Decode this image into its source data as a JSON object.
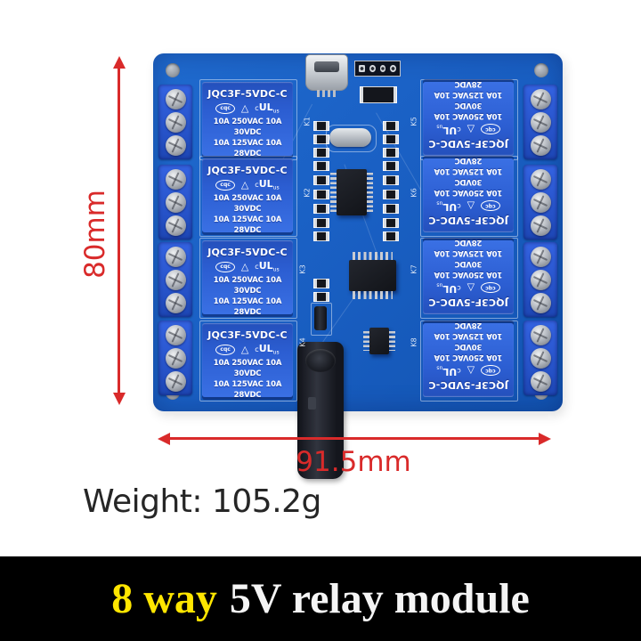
{
  "product": {
    "relay": {
      "model": "JQC3F-5VDC-C",
      "cert_cqc": "cqc",
      "cert_triangle": "△",
      "cert_ul_prefix": "c",
      "cert_ul_main": "UL",
      "cert_ul_sub": "us",
      "rating_line1": "10A 250VAC 10A 30VDC",
      "rating_line2": "10A 125VAC 10A 28VDC"
    },
    "board_labels": [
      "K1",
      "K2",
      "K3",
      "K4",
      "K5",
      "K6",
      "K7",
      "K8"
    ]
  },
  "annotations": {
    "height": "80mm",
    "width": "91.5mm",
    "weight": "Weight: 105.2g",
    "dimension_color": "#d92a2a"
  },
  "banner": {
    "highlight": "8 way",
    "rest": "5V relay module",
    "highlight_color": "#ffe600",
    "text_color": "#f5f5f5",
    "background": "#000000"
  },
  "colors": {
    "pcb_blue": "#1a60c4",
    "relay_blue": "#2c5ed2",
    "terminal_blue": "#2a55cc"
  }
}
